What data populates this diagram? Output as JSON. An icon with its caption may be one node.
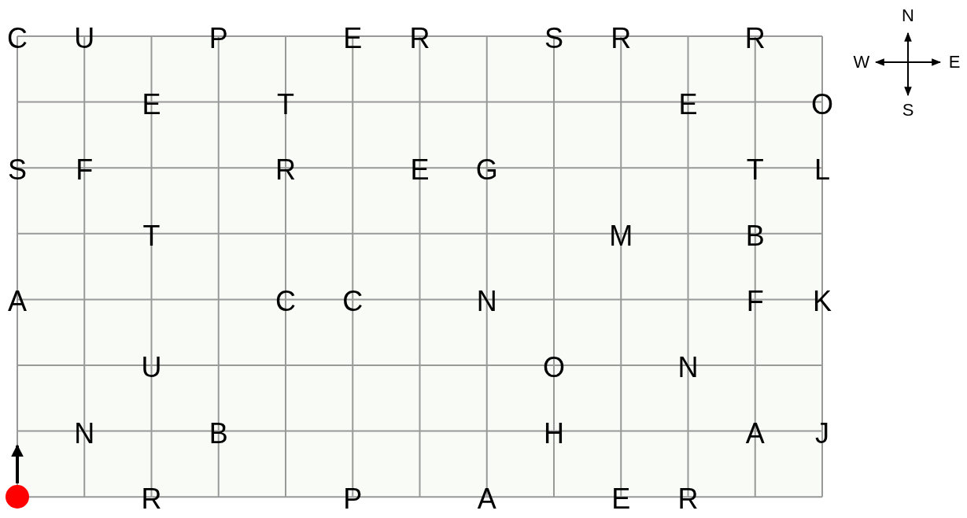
{
  "diagram": {
    "nodes": [
      {
        "text": [],
        "shape": "circle"
      }
    ],
    "labels": [
      "C",
      "U",
      "P",
      "E",
      "R",
      "S",
      "R",
      "R",
      "E",
      "T",
      "E",
      "O",
      "S",
      "F",
      "R",
      "E",
      "G",
      "T",
      "L",
      "T",
      "M",
      "B",
      "A",
      "C",
      "C",
      "N",
      "F",
      "K",
      "U",
      "O",
      "N",
      "N",
      "B",
      "H",
      "A",
      "J",
      "R",
      "P",
      "A",
      "E",
      "R",
      "N",
      "W",
      "E",
      "S"
    ]
  }
}
